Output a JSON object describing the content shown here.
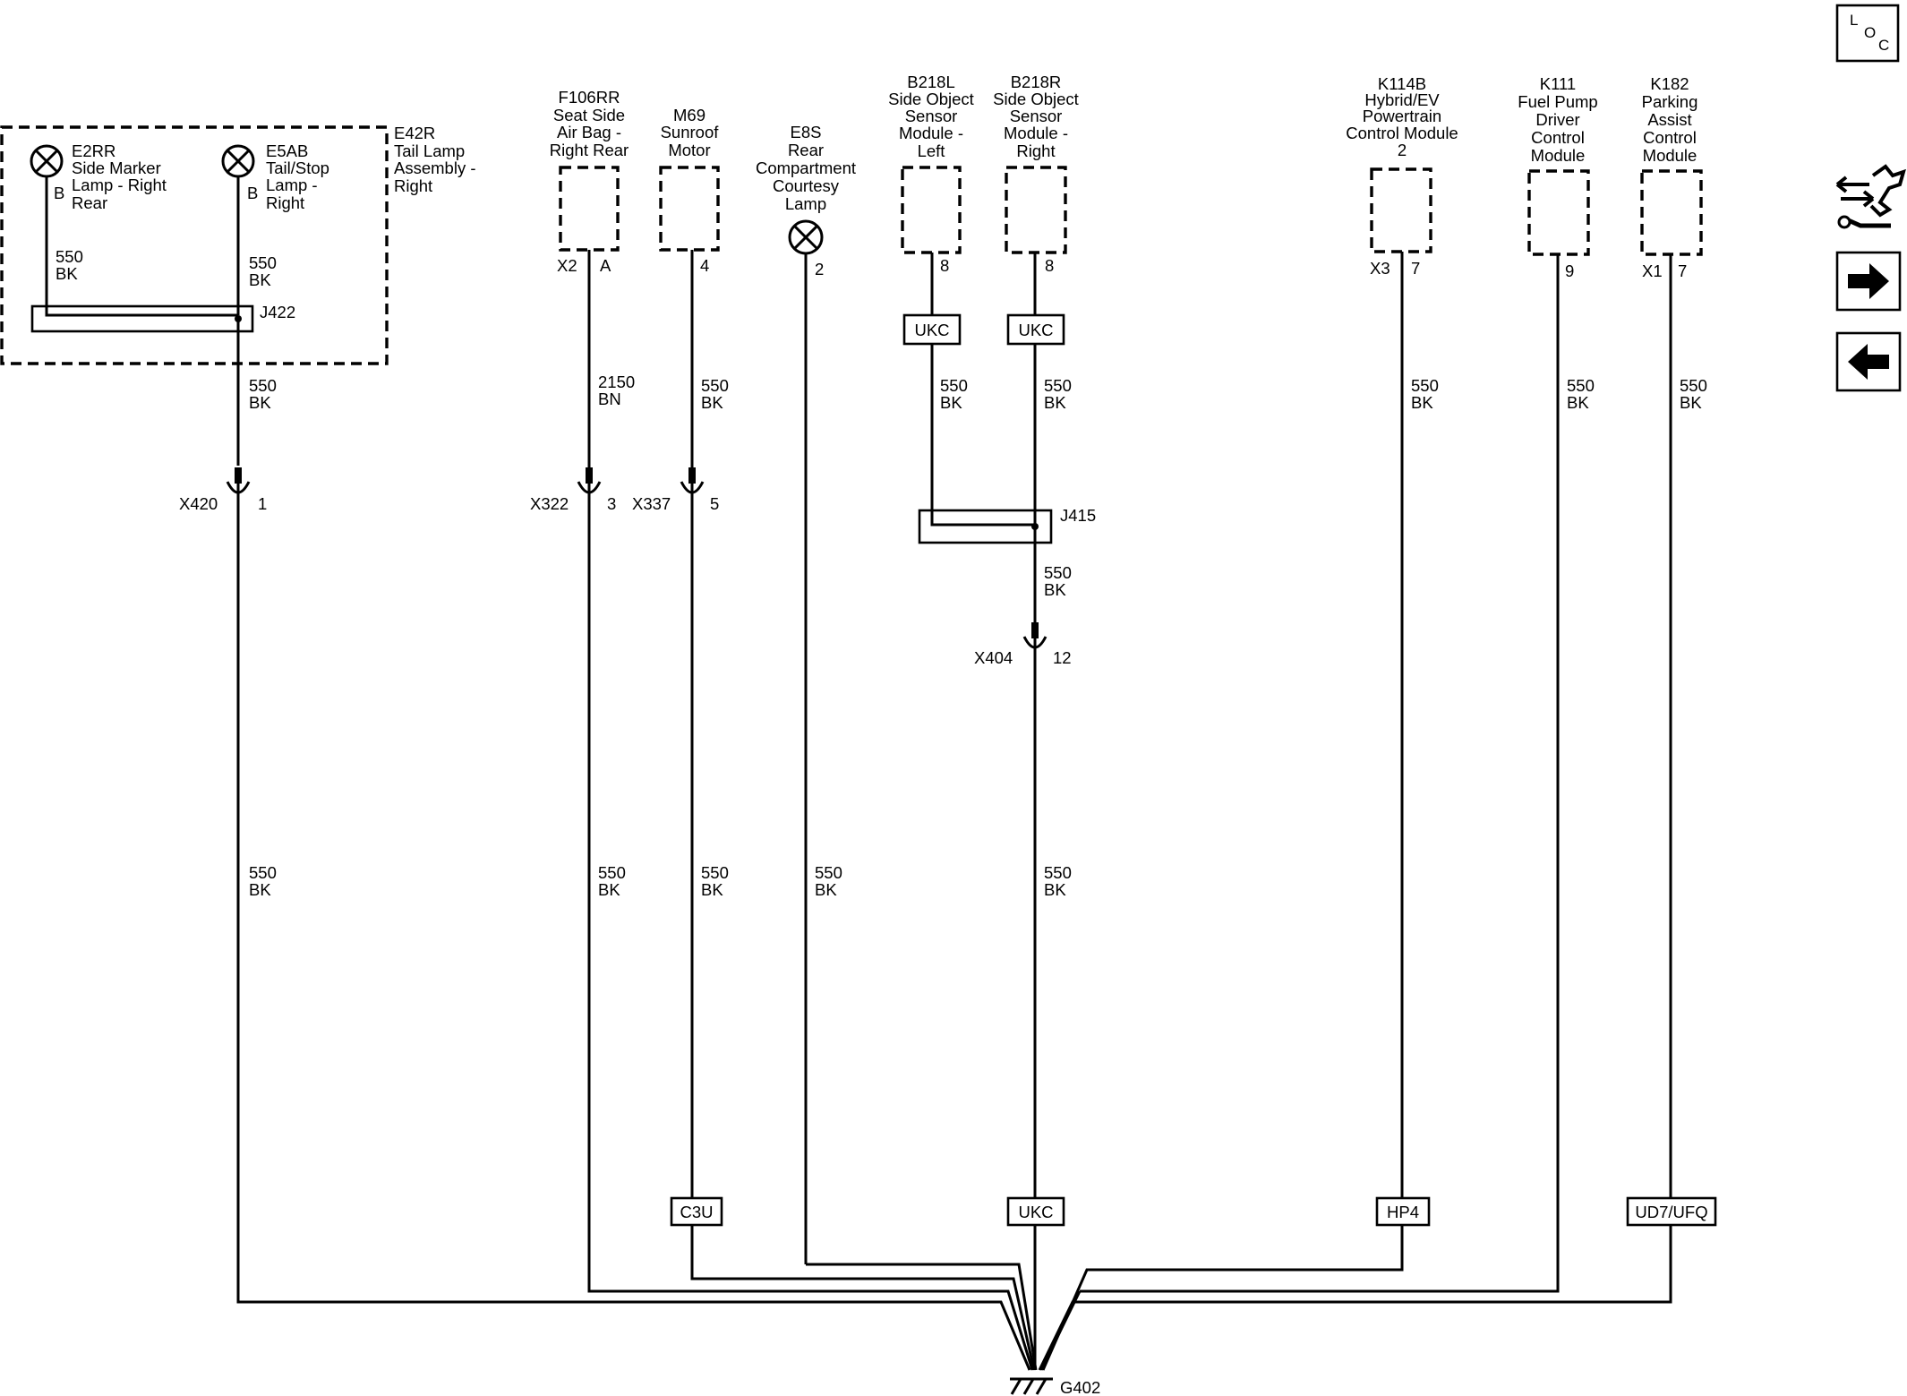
{
  "components": {
    "e2rr": [
      "E2RR",
      "Side Marker",
      "Lamp - Right",
      "Rear"
    ],
    "e5ab": [
      "E5AB",
      "Tail/Stop",
      "Lamp -",
      "Right"
    ],
    "e42r": [
      "E42R",
      "Tail Lamp",
      "Assembly -",
      "Right"
    ],
    "f106rr": [
      "F106RR",
      "Seat Side",
      "Air Bag -",
      "Right Rear"
    ],
    "m69": [
      "M69",
      "Sunroof",
      "Motor"
    ],
    "e8s": [
      "E8S",
      "Rear",
      "Compartment",
      "Courtesy",
      "Lamp"
    ],
    "b218l": [
      "B218L",
      "Side Object",
      "Sensor",
      "Module -",
      "Left"
    ],
    "b218r": [
      "B218R",
      "Side Object",
      "Sensor",
      "Module -",
      "Right"
    ],
    "k114b": [
      "K114B",
      "Hybrid/EV",
      "Powertrain",
      "Control Module",
      "2"
    ],
    "k111": [
      "K111",
      "Fuel Pump",
      "Driver",
      "Control",
      "Module"
    ],
    "k182": [
      "K182",
      "Parking",
      "Assist",
      "Control",
      "Module"
    ]
  },
  "pins": {
    "e2rr_b": "B",
    "e5ab_b": "B",
    "f106rr_conn": "X2",
    "f106rr_pin": "A",
    "m69_pin": "4",
    "e8s_pin": "2",
    "b218l_pin": "8",
    "b218r_pin": "8",
    "k114b_conn": "X3",
    "k114b_pin": "7",
    "k111_pin": "9",
    "k182_conn": "X1",
    "k182_pin": "7"
  },
  "wires": {
    "w550": "550",
    "w2150": "2150",
    "bk": "BK",
    "bn": "BN"
  },
  "splices": {
    "j422": "J422",
    "j415": "J415"
  },
  "connectors": {
    "x420": "X420",
    "x420_pin": "1",
    "x322": "X322",
    "x322_pin": "3",
    "x337": "X337",
    "x337_pin": "5",
    "x404": "X404",
    "x404_pin": "12"
  },
  "options": {
    "ukc": "UKC",
    "c3u": "C3U",
    "hp4": "HP4",
    "ud7ufq": "UD7/UFQ"
  },
  "ground": "G402",
  "toolbar": {
    "loc_l": "L",
    "loc_o": "O",
    "loc_c": "C",
    "icons": [
      "connector-tool-icon",
      "arrow-right-icon",
      "arrow-left-icon"
    ]
  }
}
